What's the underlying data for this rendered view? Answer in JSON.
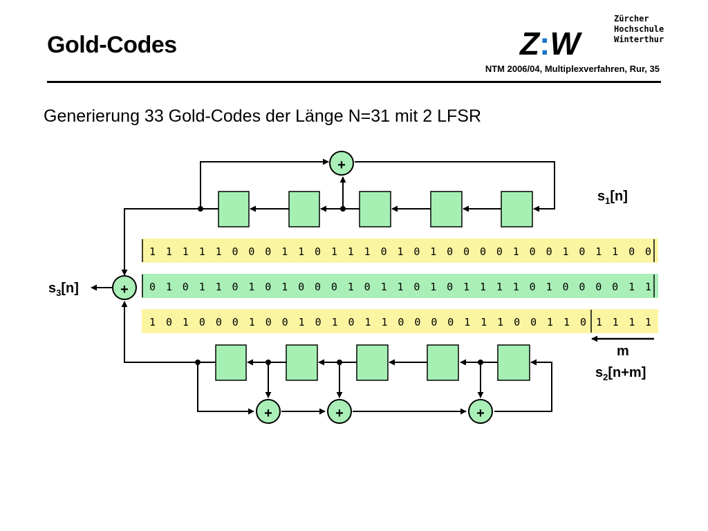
{
  "header": {
    "title": "Gold-Codes",
    "logo_mark_left": "Z",
    "logo_mark_sep": ":",
    "logo_mark_right": "W",
    "logo_lines": [
      "Zürcher",
      "Hochschule",
      "Winterthur"
    ],
    "reference": "NTM 2006/04, Multiplexverfahren, Rur, 35"
  },
  "subtitle": "Generierung 33 Gold-Codes der Länge N=31 mit 2 LFSR",
  "diagram": {
    "sequences": {
      "s1": "1 1 1 1 1 0 0 0 1 1 0 1 1 1 0 1 0 1 0 0 0 0 1 0 0 1 0 1 1 0 0",
      "s3": "0 1 0 1 1 0 1 0 1 0 0 0 1 0 1 1 0 1 0 1 1 1 1 0 1 0 0 0 0 1 1",
      "s2_main": "1 0 1 0 0 0 1 0 0 1 0 1 0 1 1 0 0 0 0 1 1 1 0 0 1 1 0",
      "s2_tail": "1 1 1 1"
    },
    "labels": {
      "s1": "s",
      "s1_sub": "1",
      "s1_suffix": "[n]",
      "s3": "s",
      "s3_sub": "3",
      "s3_suffix": "[n]",
      "s2": "s",
      "s2_sub": "2",
      "s2_suffix": "[n+m]",
      "shift": "m",
      "adder": "+"
    },
    "colors": {
      "register_fill": "#a6f0b4",
      "s1_band": "#fbf5a2",
      "s3_band": "#a9efb7",
      "s2_band": "#fbf5a2"
    }
  }
}
